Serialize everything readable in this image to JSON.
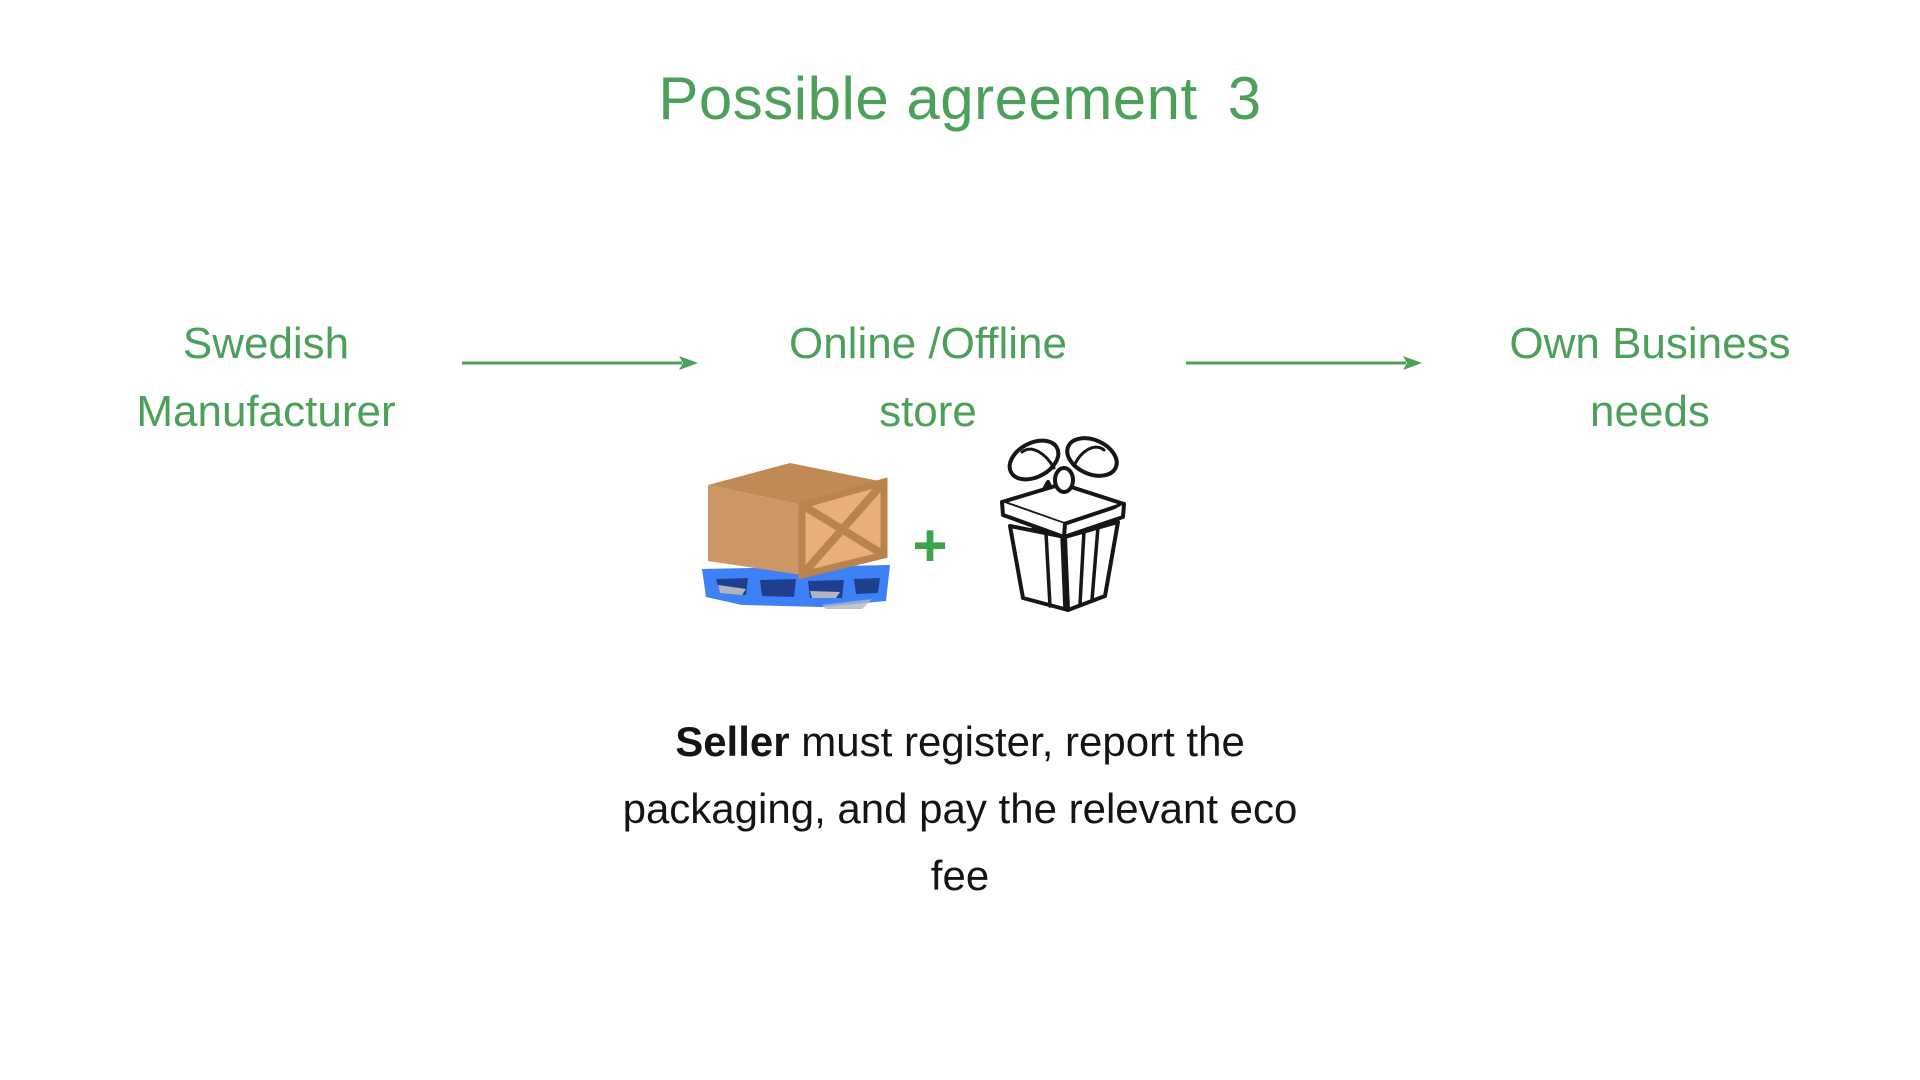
{
  "title": {
    "text": "Possible agreement",
    "number": "3",
    "color": "#4CA05A"
  },
  "flow": {
    "nodes": [
      {
        "id": "swedish-manufacturer",
        "lines": [
          "Swedish",
          "Manufacturer"
        ]
      },
      {
        "id": "online-offline-store",
        "lines": [
          "Online /Offline",
          "store"
        ]
      },
      {
        "id": "own-business-needs",
        "lines": [
          "Own Business",
          "needs"
        ]
      }
    ],
    "arrows": [
      {
        "name": "arrow-manufacturer-to-store"
      },
      {
        "name": "arrow-store-to-business"
      }
    ],
    "arrow_color": "#4CA05A"
  },
  "icons": {
    "pallet": "crate-on-pallet-icon",
    "gift": "gift-box-icon",
    "plus_label": "+",
    "plus_color": "#3BA34B"
  },
  "note": {
    "line1_bold": "Seller",
    "line1_rest": " must register, report the",
    "line2": "packaging, and pay the relevant eco",
    "line3": "fee",
    "color": "#141414"
  },
  "colors": {
    "background": "#FFFFFF",
    "green_text": "#4CA05A",
    "plus_green": "#3BA34B",
    "crate_front": "#CC9765",
    "crate_top": "#BF8A55",
    "crate_panel": "#E8B078",
    "crate_brace": "#B9834E",
    "pallet_blue": "#3E80F6",
    "pallet_slot": "#203E8E",
    "pallet_shadow": "#AEB6C2",
    "gift_outline": "#161616"
  }
}
